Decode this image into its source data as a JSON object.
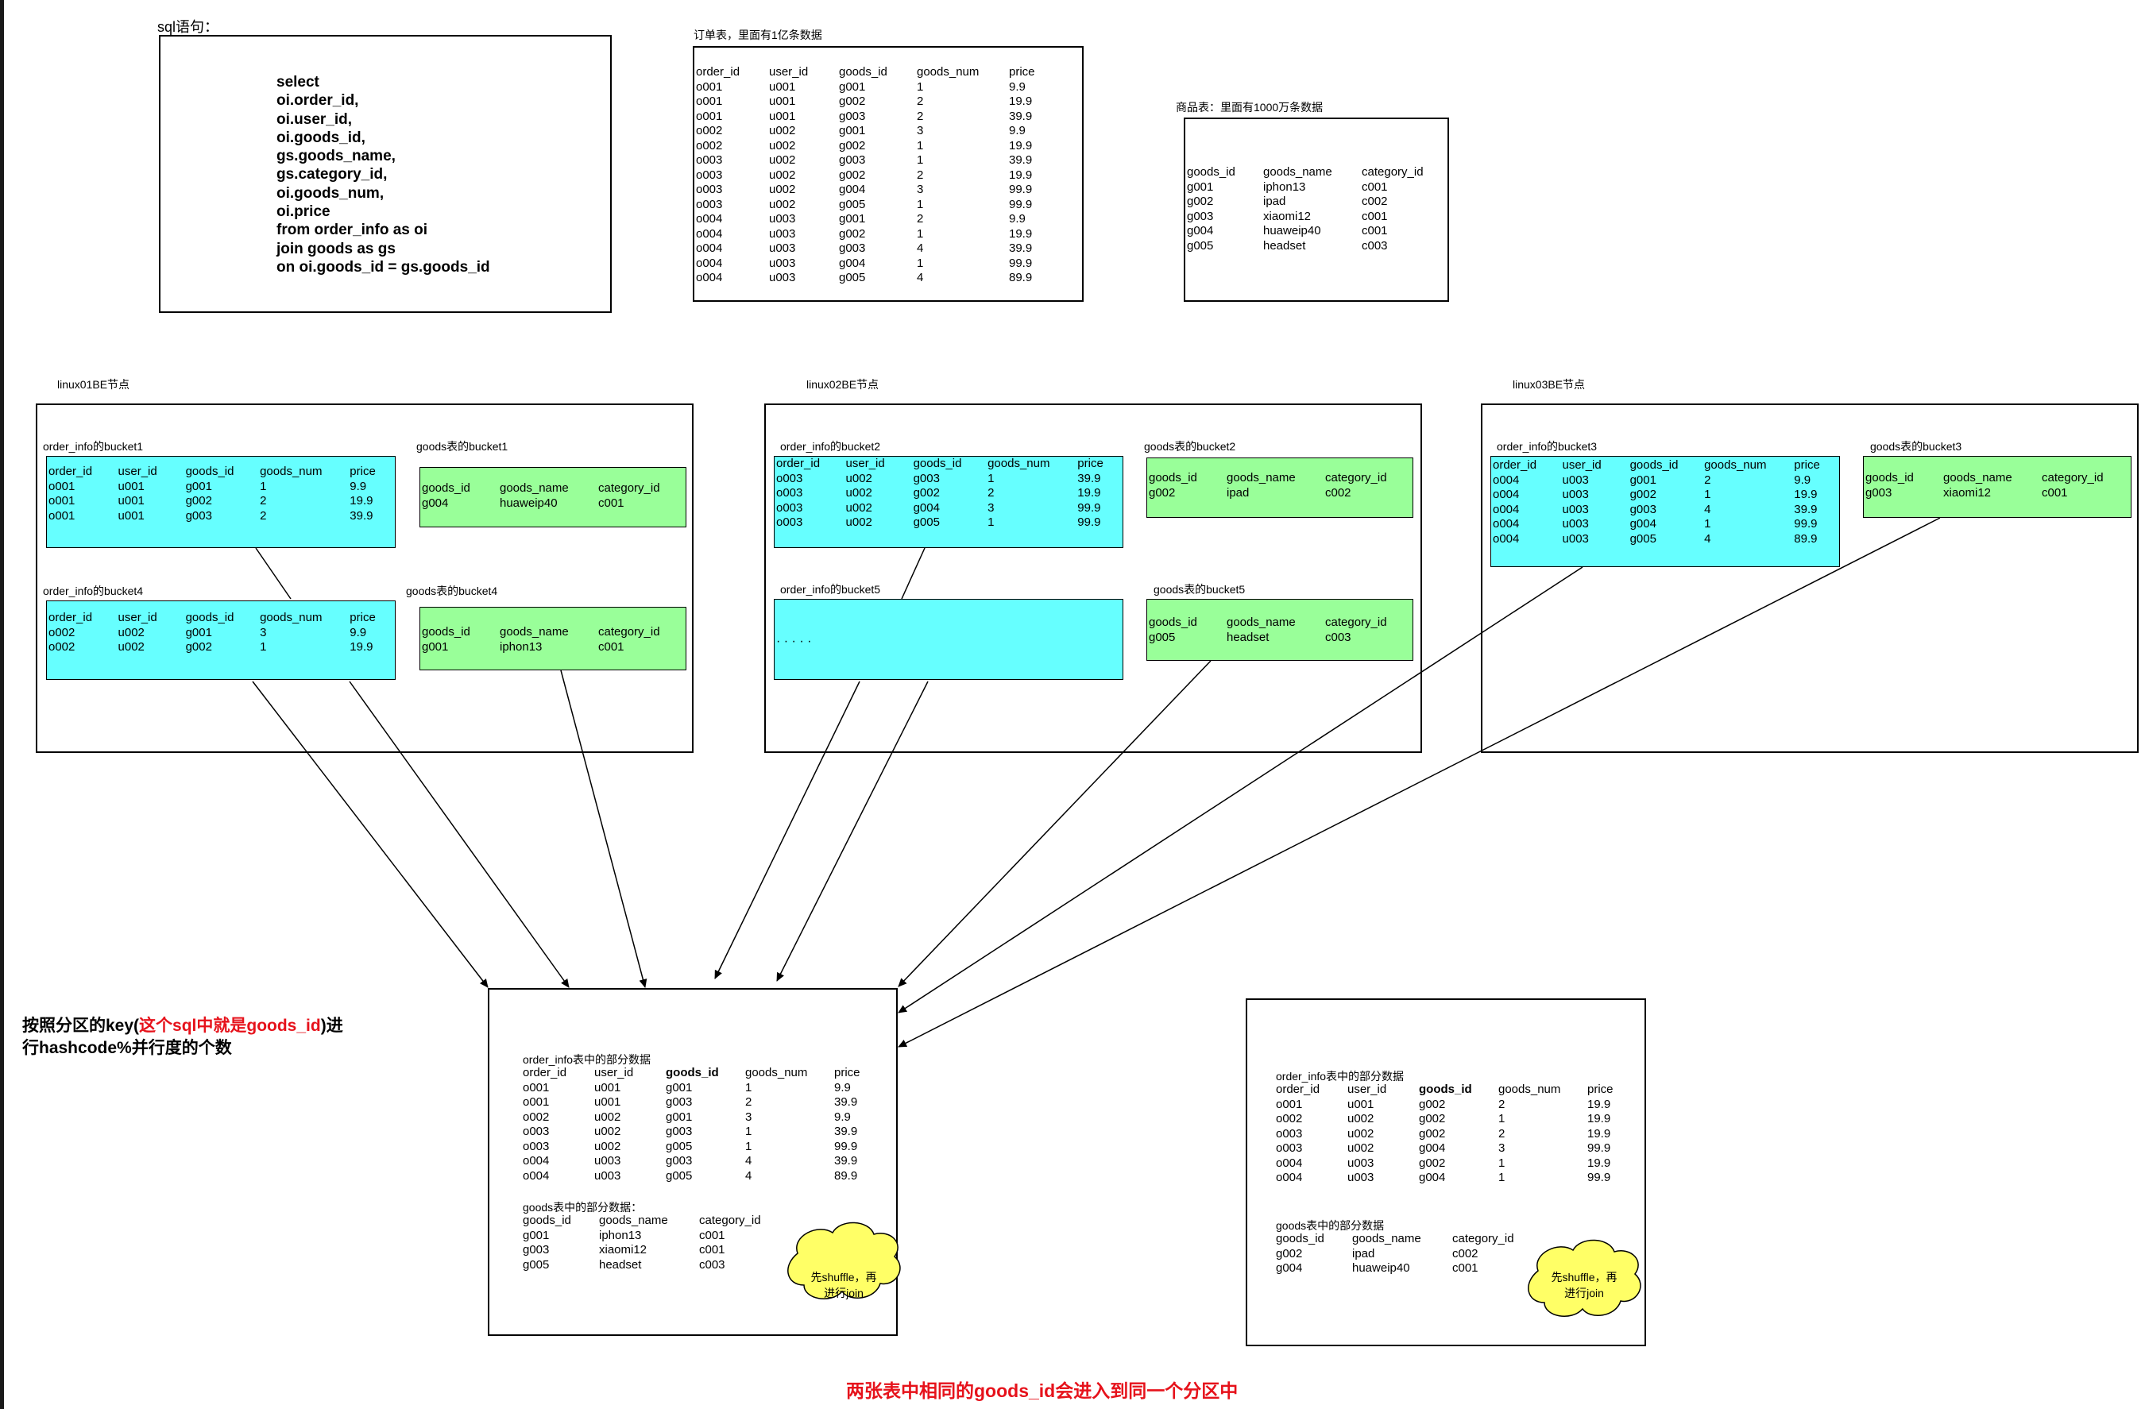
{
  "sql": {
    "title": "sql语句：",
    "lines": [
      "select",
      "oi.order_id,",
      "oi.user_id,",
      "oi.goods_id,",
      "gs.goods_name,",
      "gs.category_id,",
      "oi.goods_num,",
      "oi.price",
      "from order_info as oi",
      "join goods as gs",
      "on oi.goods_id = gs.goods_id"
    ]
  },
  "order_table": {
    "title": "订单表，里面有1亿条数据",
    "header": [
      "order_id",
      "user_id",
      "goods_id",
      "goods_num",
      "price"
    ],
    "rows": [
      [
        "o001",
        "u001",
        "g001",
        "1",
        "9.9"
      ],
      [
        "o001",
        "u001",
        "g002",
        "2",
        "19.9"
      ],
      [
        "o001",
        "u001",
        "g003",
        "2",
        "39.9"
      ],
      [
        "o002",
        "u002",
        "g001",
        "3",
        "9.9"
      ],
      [
        "o002",
        "u002",
        "g002",
        "1",
        "19.9"
      ],
      [
        "o003",
        "u002",
        "g003",
        "1",
        "39.9"
      ],
      [
        "o003",
        "u002",
        "g002",
        "2",
        "19.9"
      ],
      [
        "o003",
        "u002",
        "g004",
        "3",
        "99.9"
      ],
      [
        "o003",
        "u002",
        "g005",
        "1",
        "99.9"
      ],
      [
        "o004",
        "u003",
        "g001",
        "2",
        "9.9"
      ],
      [
        "o004",
        "u003",
        "g002",
        "1",
        "19.9"
      ],
      [
        "o004",
        "u003",
        "g003",
        "4",
        "39.9"
      ],
      [
        "o004",
        "u003",
        "g004",
        "1",
        "99.9"
      ],
      [
        "o004",
        "u003",
        "g005",
        "4",
        "89.9"
      ]
    ]
  },
  "goods_table": {
    "title": "商品表：里面有1000万条数据",
    "header": [
      "goods_id",
      "goods_name",
      "category_id"
    ],
    "rows": [
      [
        "g001",
        "iphon13",
        "c001"
      ],
      [
        "g002",
        "ipad",
        "c002"
      ],
      [
        "g003",
        "xiaomi12",
        "c001"
      ],
      [
        "g004",
        "huaweip40",
        "c001"
      ],
      [
        "g005",
        "headset",
        "c003"
      ]
    ]
  },
  "nodes": [
    {
      "label": "linux01BE节点",
      "buckets": [
        {
          "title": "order_info的bucket1",
          "header": [
            "order_id",
            "user_id",
            "goods_id",
            "goods_num",
            "price"
          ],
          "rows": [
            [
              "o001",
              "u001",
              "g001",
              "1",
              "9.9"
            ],
            [
              "o001",
              "u001",
              "g002",
              "2",
              "19.9"
            ],
            [
              "o001",
              "u001",
              "g003",
              "2",
              "39.9"
            ]
          ]
        },
        {
          "title": "goods表的bucket1",
          "header": [
            "goods_id",
            "goods_name",
            "category_id"
          ],
          "rows": [
            [
              "g004",
              "huaweip40",
              "c001"
            ]
          ]
        },
        {
          "title": "order_info的bucket4",
          "header": [
            "order_id",
            "user_id",
            "goods_id",
            "goods_num",
            "price"
          ],
          "rows": [
            [
              "o002",
              "u002",
              "g001",
              "3",
              "9.9"
            ],
            [
              "o002",
              "u002",
              "g002",
              "1",
              "19.9"
            ]
          ]
        },
        {
          "title": "goods表的bucket4",
          "header": [
            "goods_id",
            "goods_name",
            "category_id"
          ],
          "rows": [
            [
              "g001",
              "iphon13",
              "c001"
            ]
          ]
        }
      ]
    },
    {
      "label": "linux02BE节点",
      "buckets": [
        {
          "title": "order_info的bucket2",
          "header": [
            "order_id",
            "user_id",
            "goods_id",
            "goods_num",
            "price"
          ],
          "rows": [
            [
              "o003",
              "u002",
              "g003",
              "1",
              "39.9"
            ],
            [
              "o003",
              "u002",
              "g002",
              "2",
              "19.9"
            ],
            [
              "o003",
              "u002",
              "g004",
              "3",
              "99.9"
            ],
            [
              "o003",
              "u002",
              "g005",
              "1",
              "99.9"
            ]
          ]
        },
        {
          "title": "goods表的bucket2",
          "header": [
            "goods_id",
            "goods_name",
            "category_id"
          ],
          "rows": [
            [
              "g002",
              "ipad",
              "c002"
            ]
          ]
        },
        {
          "title": "order_info的bucket5",
          "content": "· · · · ·"
        },
        {
          "title": "goods表的bucket5",
          "header": [
            "goods_id",
            "goods_name",
            "category_id"
          ],
          "rows": [
            [
              "g005",
              "headset",
              "c003"
            ]
          ]
        }
      ]
    },
    {
      "label": "linux03BE节点",
      "buckets": [
        {
          "title": "order_info的bucket3",
          "header": [
            "order_id",
            "user_id",
            "goods_id",
            "goods_num",
            "price"
          ],
          "rows": [
            [
              "o004",
              "u003",
              "g001",
              "2",
              "9.9"
            ],
            [
              "o004",
              "u003",
              "g002",
              "1",
              "19.9"
            ],
            [
              "o004",
              "u003",
              "g003",
              "4",
              "39.9"
            ],
            [
              "o004",
              "u003",
              "g004",
              "1",
              "99.9"
            ],
            [
              "o004",
              "u003",
              "g005",
              "4",
              "89.9"
            ]
          ]
        },
        {
          "title": "goods表的bucket3",
          "header": [
            "goods_id",
            "goods_name",
            "category_id"
          ],
          "rows": [
            [
              "g003",
              "xiaomi12",
              "c001"
            ]
          ]
        }
      ]
    }
  ],
  "partition_note": {
    "prefix": "按照分区的key(",
    "highlight": "这个sql中就是goods_id",
    "suffix": ")进",
    "line2": "行hashcode%并行度的个数"
  },
  "result1": {
    "order_title": "order_info表中的部分数据",
    "order_header": [
      "order_id",
      "user_id",
      "goods_id",
      "goods_num",
      "price"
    ],
    "order_rows": [
      [
        "o001",
        "u001",
        "g001",
        "1",
        "9.9"
      ],
      [
        "o001",
        "u001",
        "g003",
        "2",
        "39.9"
      ],
      [
        "o002",
        "u002",
        "g001",
        "3",
        "9.9"
      ],
      [
        "o003",
        "u002",
        "g003",
        "1",
        "39.9"
      ],
      [
        "o003",
        "u002",
        "g005",
        "1",
        "99.9"
      ],
      [
        "o004",
        "u003",
        "g003",
        "4",
        "39.9"
      ],
      [
        "o004",
        "u003",
        "g005",
        "4",
        "89.9"
      ]
    ],
    "goods_title": "goods表中的部分数据：",
    "goods_header": [
      "goods_id",
      "goods_name",
      "category_id"
    ],
    "goods_rows": [
      [
        "g001",
        "iphon13",
        "c001"
      ],
      [
        "g003",
        "xiaomi12",
        "c001"
      ],
      [
        "g005",
        "headset",
        "c003"
      ]
    ],
    "cloud": [
      "先shuffle，再",
      "进行join"
    ]
  },
  "result2": {
    "order_title": "order_info表中的部分数据",
    "order_header": [
      "order_id",
      "user_id",
      "goods_id",
      "goods_num",
      "price"
    ],
    "order_rows": [
      [
        "o001",
        "u001",
        "g002",
        "2",
        "19.9"
      ],
      [
        "o002",
        "u002",
        "g002",
        "1",
        "19.9"
      ],
      [
        "o003",
        "u002",
        "g002",
        "2",
        "19.9"
      ],
      [
        "o003",
        "u002",
        "g004",
        "3",
        "99.9"
      ],
      [
        "o004",
        "u003",
        "g002",
        "1",
        "19.9"
      ],
      [
        "o004",
        "u003",
        "g004",
        "1",
        "99.9"
      ]
    ],
    "goods_title": "goods表中的部分数据",
    "goods_header": [
      "goods_id",
      "goods_name",
      "category_id"
    ],
    "goods_rows": [
      [
        "g002",
        "ipad",
        "c002"
      ],
      [
        "g004",
        "huaweip40",
        "c001"
      ]
    ],
    "cloud": [
      "先shuffle，再",
      "进行join"
    ]
  },
  "footer": "两张表中相同的goods_id会进入到同一个分区中",
  "colors": {
    "order_bucket": "#66ffff",
    "goods_bucket": "#99ff99",
    "cloud": "#ffff66",
    "highlight": "#e6121b"
  }
}
